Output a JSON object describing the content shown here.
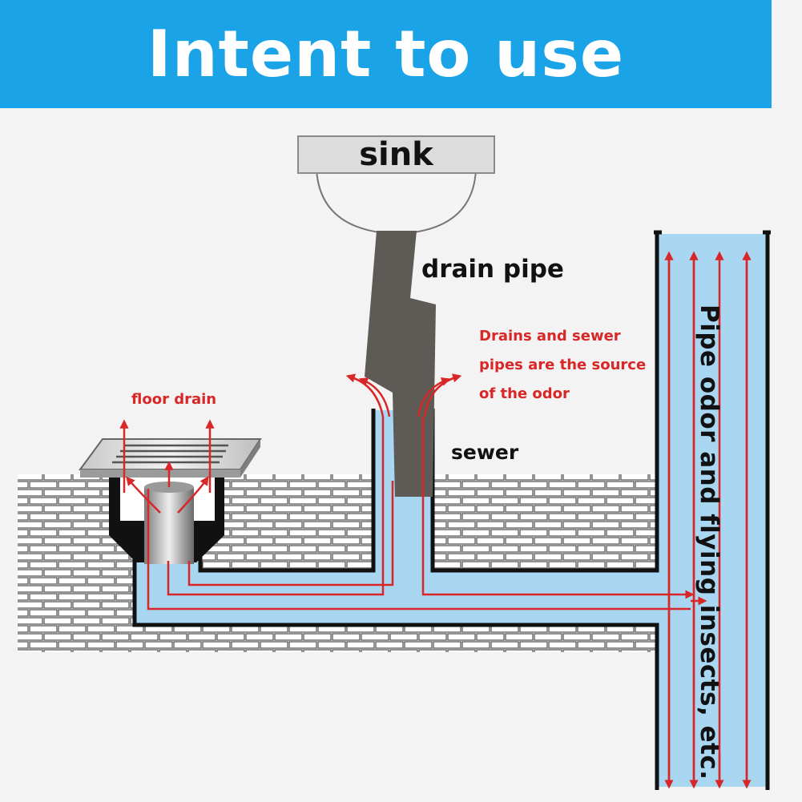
{
  "header": {
    "title": "Intent to use"
  },
  "labels": {
    "sink": "sink",
    "drain_pipe": "drain pipe",
    "sewer": "sewer",
    "floor_drain": "floor drain",
    "odor_source": "Drains and sewer pipes are the source of the odor",
    "pipe_odor": "Pipe odor and flying insects, etc."
  },
  "colors": {
    "banner": "#1aa3e6",
    "water": "#a9d7f2",
    "pipe_wall": "#111111",
    "arrows": "#d92626",
    "drain_pipe": "#5e5b57"
  }
}
